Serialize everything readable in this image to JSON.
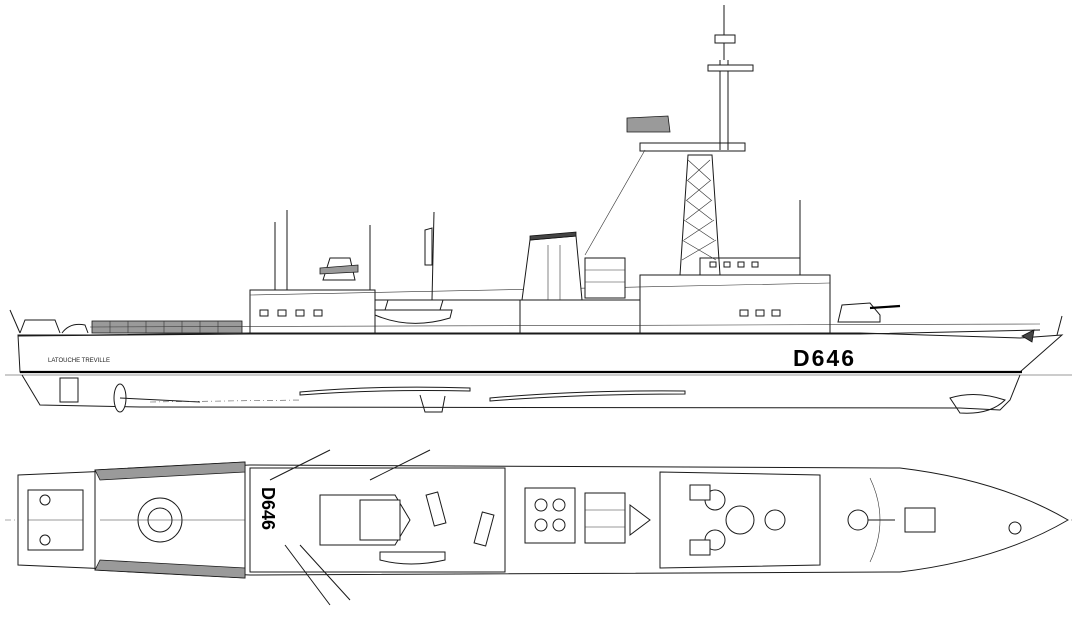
{
  "side_view": {
    "ship_name": "LATOUCHE TREVILLE",
    "pennant_number": "D646"
  },
  "plan_view": {
    "pennant_number": "D646"
  },
  "colors": {
    "line": "#1a1a1a",
    "background": "#ffffff",
    "hatch": "#9a9a9a"
  }
}
